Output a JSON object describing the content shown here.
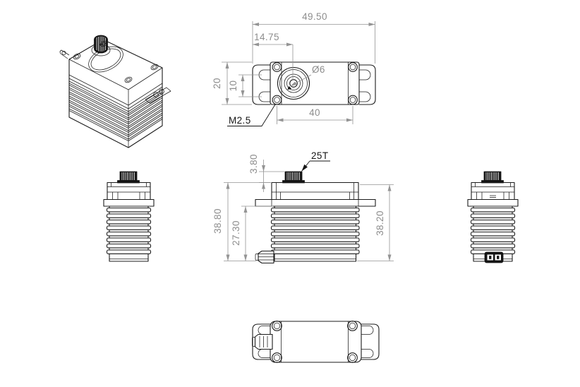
{
  "drawing": {
    "background": "#ffffff",
    "colors": {
      "part_line": "#1b1b1b",
      "dimension": "#949494",
      "callout_text": "#161616",
      "solid_fill": "#141414"
    },
    "dimensions": {
      "top_view": {
        "overall_width": "49.50",
        "spline_offset": "14.75",
        "case_width": "20",
        "slot_spacing": "10",
        "spline_diameter": "Ø6",
        "screw_thread": "M2.5",
        "mount_hole_span": "40"
      },
      "front_view": {
        "spline_height": "3.80",
        "spline_teeth": "25T",
        "overall_height": "38.80",
        "lower_body_height": "27.30",
        "case_height": "38.20"
      }
    }
  }
}
